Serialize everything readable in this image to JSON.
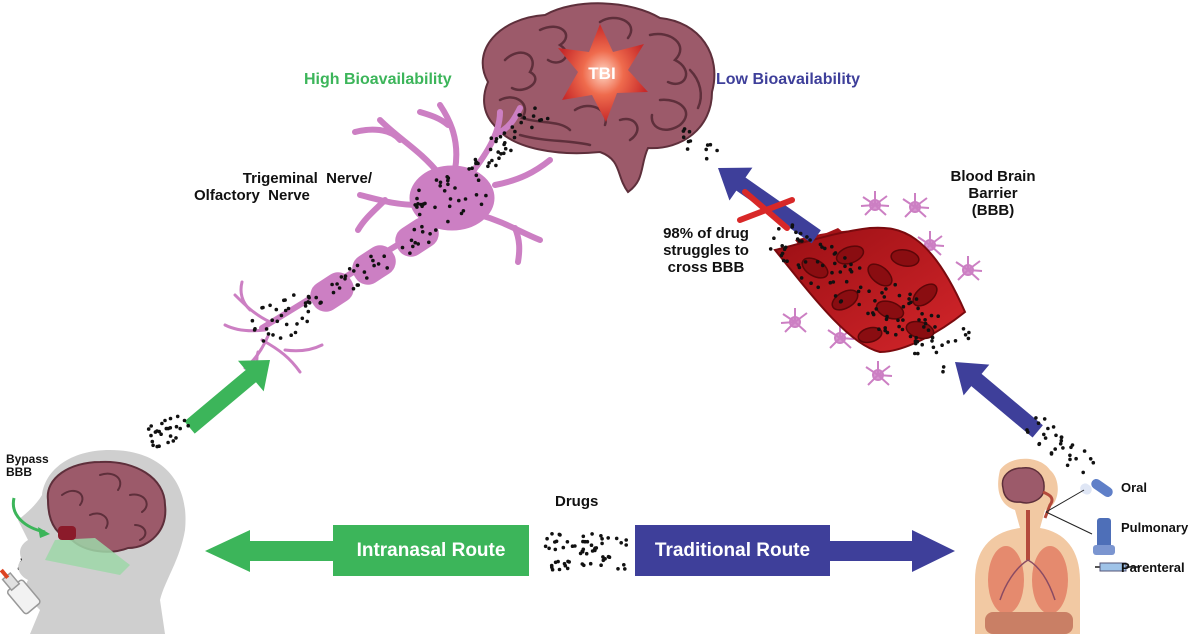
{
  "labels": {
    "tbi": "TBI",
    "high_bioavailability": "High Bioavailability",
    "low_bioavailability": "Low Bioavailability",
    "trigeminal_line1": "Trigeminal  Nerve/",
    "trigeminal_line2": "Olfactory  Nerve",
    "bbb_line1": "Blood Brain",
    "bbb_line2": "Barrier",
    "bbb_line3": "(BBB)",
    "struggle_line1": "98% of drug",
    "struggle_line2": "struggles to",
    "struggle_line3": "cross BBB",
    "drugs": "Drugs",
    "intranasal_route": "Intranasal Route",
    "traditional_route": "Traditional Route",
    "bypass_line1": "Bypass",
    "bypass_line2": "BBB",
    "oral": "Oral",
    "pulmonary": "Pulmonary",
    "parenteral": "Parenteral"
  },
  "colors": {
    "intranasal_green": "#3cb55a",
    "traditional_blue": "#3e3f9a",
    "brain": "#9c5a6a",
    "neuron": "#cc7fc3",
    "vessel": "#b81a1f",
    "tbi_star": "#e4503a",
    "block_x": "#d82828",
    "head": "#cfcfcf",
    "skin": "#f2c9a3"
  }
}
